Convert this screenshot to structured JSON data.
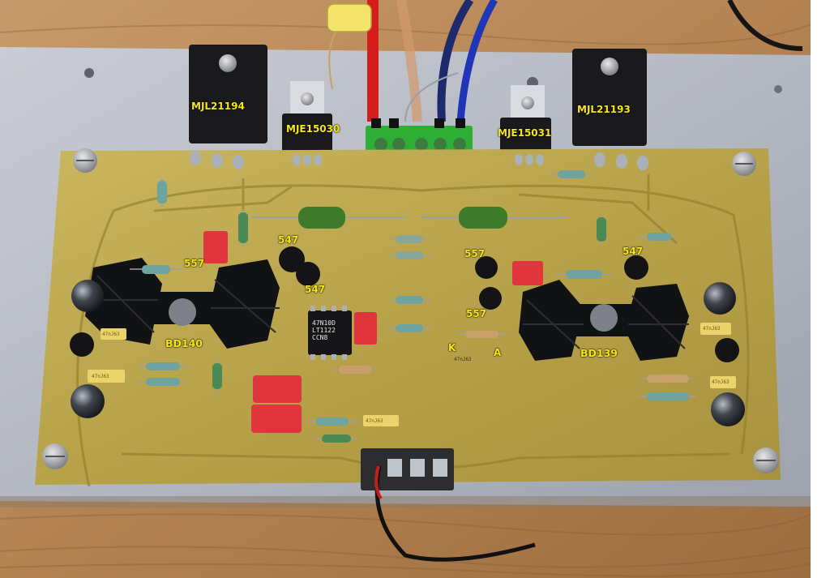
{
  "photo": {
    "labels": {
      "mjl_left": "MJL21194",
      "mjl_right": "MJL21193",
      "mje_left": "MJE15030",
      "mje_right": "MJE15031",
      "q547_a": "547",
      "q557_a": "557",
      "q547_b": "547",
      "q557_b": "557",
      "q557_c": "557",
      "q547_c": "547",
      "bd140": "BD140",
      "bd139": "BD139",
      "diode_k": "K",
      "diode_a": "A"
    },
    "opamp_marking": "47N10D\nLT1122\nCCN8",
    "cap_marking_1": "47nJ63",
    "cap_marking_2": "47nJ63",
    "cap_marking_3": "47nJ63",
    "cap_marking_4": "47nJ63",
    "cap_marking_5": "47nJ63",
    "cap_marking_6": "47nJ63"
  }
}
